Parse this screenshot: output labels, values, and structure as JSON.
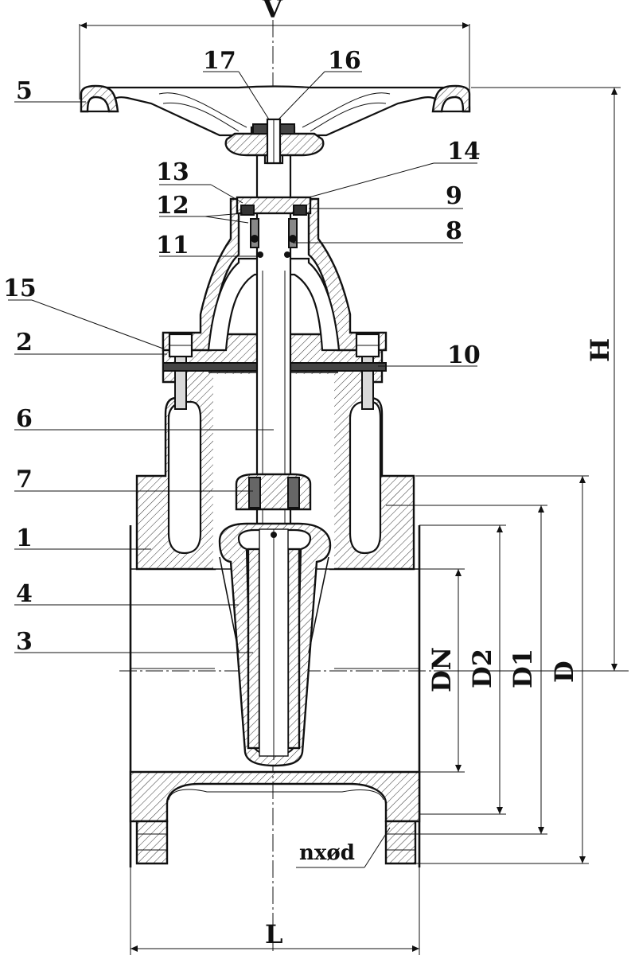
{
  "part_labels": {
    "p1": "1",
    "p2": "2",
    "p3": "3",
    "p4": "4",
    "p5": "5",
    "p6": "6",
    "p7": "7",
    "p8": "8",
    "p9": "9",
    "p10": "10",
    "p11": "11",
    "p12": "12",
    "p13": "13",
    "p14": "14",
    "p15": "15",
    "p16": "16",
    "p17": "17"
  },
  "dimension_labels": {
    "V": "V",
    "H": "H",
    "L": "L",
    "DN": "DN",
    "D2": "D2",
    "D1": "D1",
    "D": "D",
    "bolt_holes": "nxød"
  }
}
